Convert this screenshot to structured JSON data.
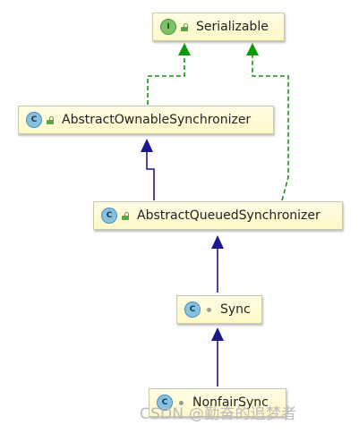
{
  "diagram": {
    "nodes": [
      {
        "id": "serializable",
        "kind": "I",
        "label": "Serializable"
      },
      {
        "id": "aos",
        "kind": "C",
        "label": "AbstractOwnableSynchronizer"
      },
      {
        "id": "aqs",
        "kind": "C",
        "label": "AbstractQueuedSynchronizer"
      },
      {
        "id": "sync",
        "kind": "C",
        "label": "Sync"
      },
      {
        "id": "nonfair",
        "kind": "C",
        "label": "NonfairSync"
      }
    ],
    "edges": [
      {
        "from": "aos",
        "to": "serializable",
        "type": "implements"
      },
      {
        "from": "aqs",
        "to": "serializable",
        "type": "implements"
      },
      {
        "from": "aqs",
        "to": "aos",
        "type": "extends"
      },
      {
        "from": "sync",
        "to": "aqs",
        "type": "extends"
      },
      {
        "from": "nonfair",
        "to": "sync",
        "type": "extends"
      }
    ],
    "colors": {
      "implements": "#0a9a0a",
      "extends": "#1a1a8c"
    }
  },
  "watermark": "CSDN @勤奋的追梦者"
}
